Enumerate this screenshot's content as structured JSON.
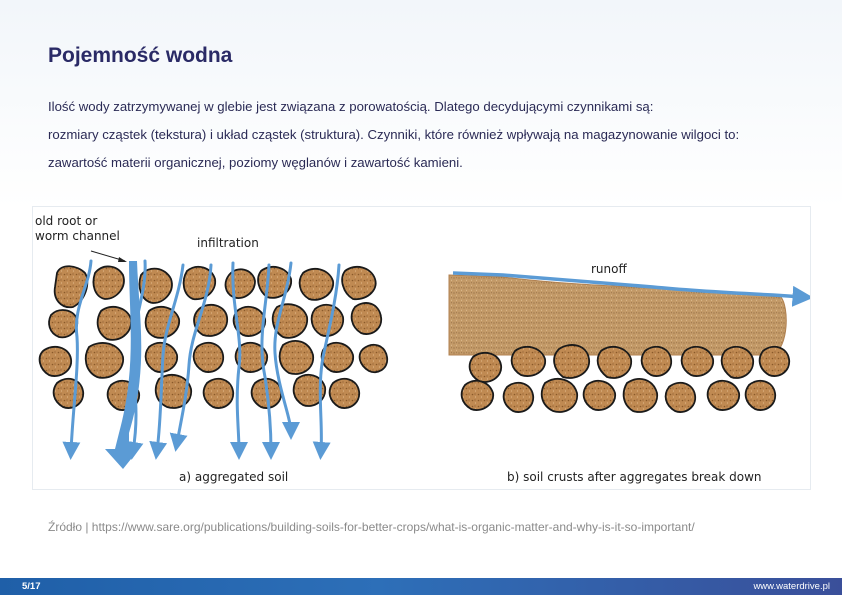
{
  "title": "Pojemność wodna",
  "intro_lines": [
    "Ilość wody zatrzymywanej w glebie jest związana z porowatością. Dlatego decydującymi czynnikami są:",
    "rozmiary cząstek (tekstura) i układ cząstek (struktura). Czynniki, które również wpływają na magazynowanie wilgoci to:",
    "zawartość materii organicznej, poziomy węglanów i zawartość kamieni."
  ],
  "figure": {
    "left_panel": {
      "label_root": [
        "old root or",
        "worm channel"
      ],
      "label_infiltration": "infiltration",
      "caption": "a) aggregated soil"
    },
    "right_panel": {
      "label_runoff": "runoff",
      "caption": "b) soil crusts after aggregates break down"
    },
    "colors": {
      "water": "#5b9bd5",
      "aggregate": "#c08a52",
      "aggregate_outline": "#1a1a1a",
      "crust": "#c39a68"
    }
  },
  "source": "Źródło | https://www.sare.org/publications/building-soils-for-better-crops/what-is-organic-matter-and-why-is-it-so-important/",
  "footer": {
    "page": "5/17",
    "site": "www.waterdrive.pl"
  }
}
